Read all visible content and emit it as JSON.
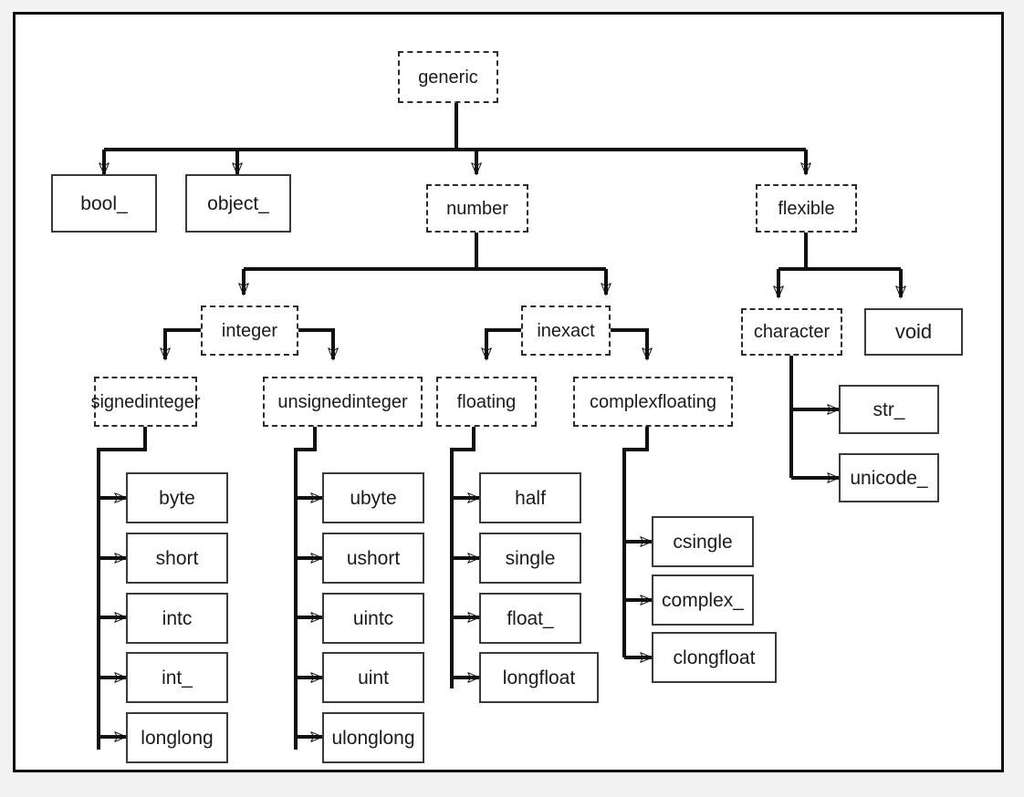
{
  "diagram": {
    "title": "numpy-dtype-hierarchy",
    "nodes": {
      "generic": "generic",
      "bool_": "bool_",
      "object_": "object_",
      "number": "number",
      "flexible": "flexible",
      "integer": "integer",
      "inexact": "inexact",
      "character": "character",
      "void": "void",
      "signedinteger": "signedinteger",
      "unsignedinteger": "unsignedinteger",
      "floating": "floating",
      "complexfloating": "complexfloating",
      "str_": "str_",
      "unicode_": "unicode_",
      "byte": "byte",
      "short": "short",
      "intc": "intc",
      "int_": "int_",
      "longlong": "longlong",
      "ubyte": "ubyte",
      "ushort": "ushort",
      "uintc": "uintc",
      "uint": "uint",
      "ulonglong": "ulonglong",
      "half": "half",
      "single": "single",
      "float_": "float_",
      "longfloat": "longfloat",
      "csingle": "csingle",
      "complex_": "complex_",
      "clongfloat": "clongfloat"
    },
    "colors": {
      "page_background": "#f2f2f2",
      "panel_background": "#ffffff",
      "panel_border": "#111111",
      "edge_stroke": "#111111",
      "abstract_border": "#2b2b2b",
      "concrete_border": "#3a3a3a",
      "text": "#1a1a1a"
    },
    "edges": [
      {
        "from": "generic",
        "to": "bool_"
      },
      {
        "from": "generic",
        "to": "object_"
      },
      {
        "from": "generic",
        "to": "number"
      },
      {
        "from": "generic",
        "to": "flexible"
      },
      {
        "from": "number",
        "to": "integer"
      },
      {
        "from": "number",
        "to": "inexact"
      },
      {
        "from": "flexible",
        "to": "character"
      },
      {
        "from": "flexible",
        "to": "void"
      },
      {
        "from": "integer",
        "to": "signedinteger"
      },
      {
        "from": "integer",
        "to": "unsignedinteger"
      },
      {
        "from": "inexact",
        "to": "floating"
      },
      {
        "from": "inexact",
        "to": "complexfloating"
      },
      {
        "from": "character",
        "to": "str_"
      },
      {
        "from": "character",
        "to": "unicode_"
      },
      {
        "from": "signedinteger",
        "to": "byte"
      },
      {
        "from": "signedinteger",
        "to": "short"
      },
      {
        "from": "signedinteger",
        "to": "intc"
      },
      {
        "from": "signedinteger",
        "to": "int_"
      },
      {
        "from": "signedinteger",
        "to": "longlong"
      },
      {
        "from": "unsignedinteger",
        "to": "ubyte"
      },
      {
        "from": "unsignedinteger",
        "to": "ushort"
      },
      {
        "from": "unsignedinteger",
        "to": "uintc"
      },
      {
        "from": "unsignedinteger",
        "to": "uint"
      },
      {
        "from": "unsignedinteger",
        "to": "ulonglong"
      },
      {
        "from": "floating",
        "to": "half"
      },
      {
        "from": "floating",
        "to": "single"
      },
      {
        "from": "floating",
        "to": "float_"
      },
      {
        "from": "floating",
        "to": "longfloat"
      },
      {
        "from": "complexfloating",
        "to": "csingle"
      },
      {
        "from": "complexfloating",
        "to": "complex_"
      },
      {
        "from": "complexfloating",
        "to": "clongfloat"
      }
    ]
  }
}
